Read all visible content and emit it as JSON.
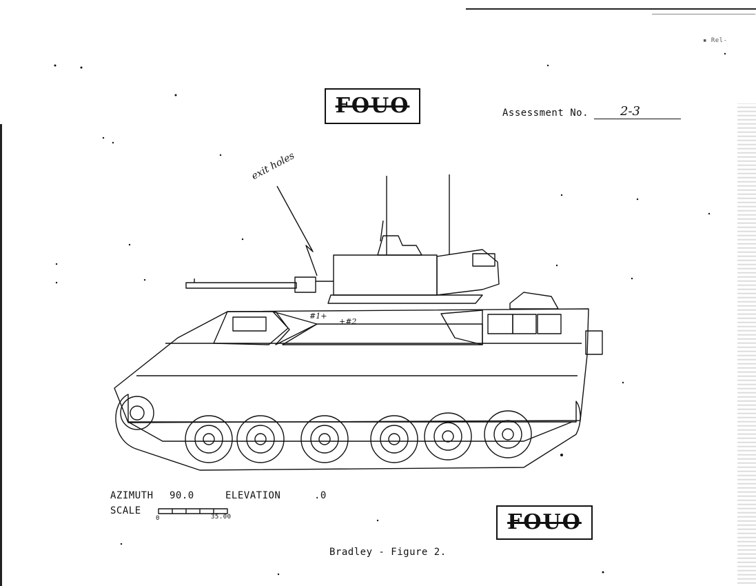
{
  "stamps": {
    "top": "FOUO",
    "bottom": "FOUO"
  },
  "header": {
    "assessment_label": "Assessment No.",
    "assessment_value": "2-3",
    "corner_mark": "▪ Rel-"
  },
  "annotation": {
    "handwritten_note": "exit holes",
    "hole_1": "#1+",
    "hole_2": "+#2"
  },
  "view": {
    "azimuth_label": "AZIMUTH",
    "azimuth_value": "90.0",
    "elevation_label": "ELEVATION",
    "elevation_value": ".0",
    "scale_label": "SCALE",
    "scale_min": "0",
    "scale_max": "35.00"
  },
  "caption": "Bradley - Figure 2."
}
